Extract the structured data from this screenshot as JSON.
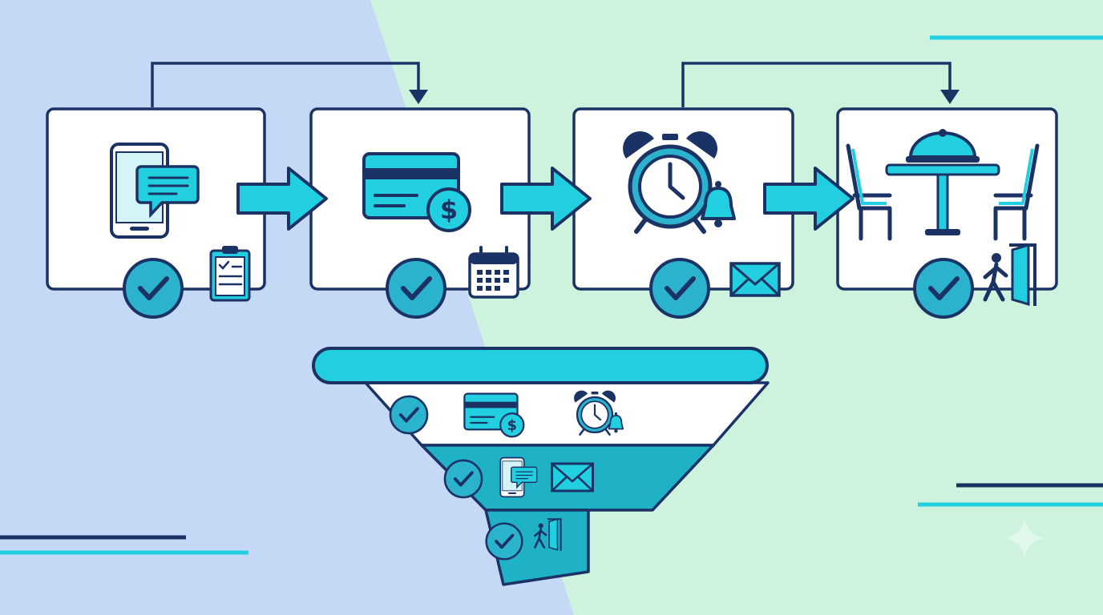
{
  "colors": {
    "background_left": "#c5d8f6",
    "background_right": "#cdf3de",
    "navy": "#1b3265",
    "cyan": "#22cfe0",
    "cyan_dark": "#2bb3ce",
    "teal_band": "#1fb2c7",
    "card_fill": "#ffffff"
  },
  "flow": {
    "stages": [
      {
        "main_icon": "smartphone-chat-icon",
        "badge_icon": "check-circle-icon",
        "side_icon": "clipboard-checklist-icon"
      },
      {
        "main_icon": "credit-card-dollar-icon",
        "badge_icon": "check-circle-icon",
        "side_icon": "calendar-icon"
      },
      {
        "main_icon": "alarm-clock-bell-icon",
        "badge_icon": "check-circle-icon",
        "side_icon": "envelope-icon"
      },
      {
        "main_icon": "dining-table-cloche-icon",
        "badge_icon": "check-circle-icon",
        "side_icon": "person-exit-door-icon"
      }
    ],
    "connectors": [
      "arrow-right-icon",
      "arrow-right-icon",
      "arrow-right-icon"
    ],
    "skip_links": [
      "skip-arrow-1-to-2",
      "skip-arrow-3-to-4"
    ]
  },
  "funnel": {
    "levels": [
      {
        "icons": [
          "check-circle-icon",
          "credit-card-dollar-icon",
          "alarm-clock-bell-icon"
        ]
      },
      {
        "icons": [
          "check-circle-icon",
          "smartphone-chat-icon",
          "envelope-icon"
        ]
      },
      {
        "icons": [
          "check-circle-icon",
          "person-exit-door-icon"
        ]
      }
    ]
  },
  "decor": [
    "accent-line-top-right",
    "accent-lines-bottom-left",
    "accent-lines-bottom-right",
    "sparkle-icon"
  ]
}
